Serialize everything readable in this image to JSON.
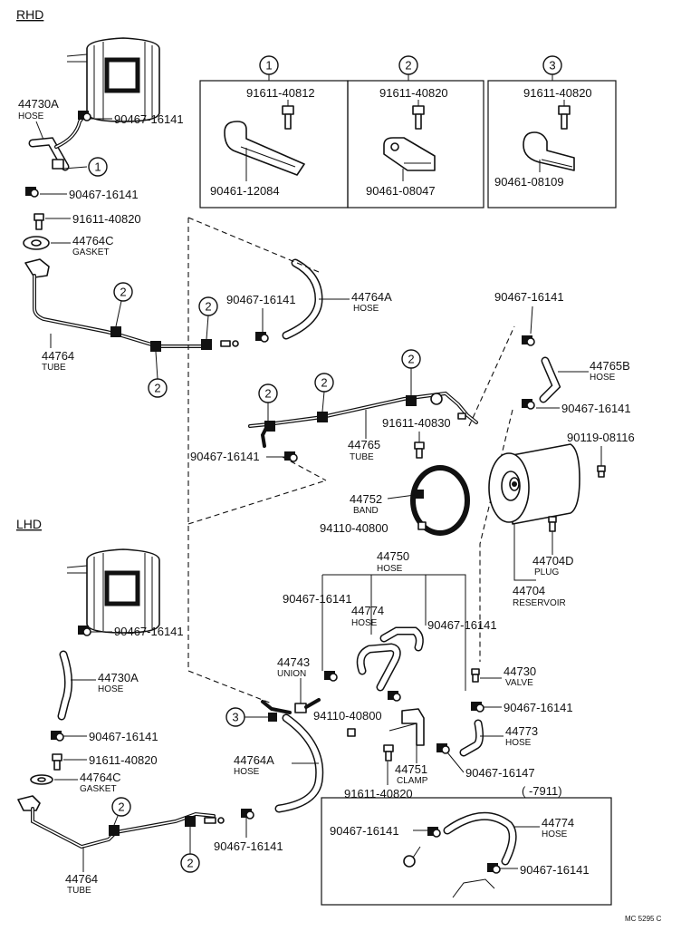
{
  "sections": {
    "rhd": "RHD",
    "lhd": "LHD"
  },
  "callout_marks": [
    "1",
    "2",
    "3"
  ],
  "boxes": [
    {
      "mark": "1",
      "bolt": "91611-40812",
      "bracket": "90461-12084"
    },
    {
      "mark": "2",
      "bolt": "91611-40820",
      "bracket": "90461-08047"
    },
    {
      "mark": "3",
      "bolt": "91611-40820",
      "bracket": "90461-08109"
    }
  ],
  "rhd": {
    "hose_44730a": {
      "pn": "44730A",
      "name": "HOSE"
    },
    "clip_top": "90467-16141",
    "clip_2": "90467-16141",
    "bolt": "91611-40820",
    "gasket": {
      "pn": "44764C",
      "name": "GASKET"
    },
    "tube_44764": {
      "pn": "44764",
      "name": "TUBE"
    },
    "clip_mid": "90467-16141",
    "hose_44764a": {
      "pn": "44764A",
      "name": "HOSE"
    }
  },
  "center": {
    "clip_upper_right": "90467-16141",
    "hose_44765b": {
      "pn": "44765B",
      "name": "HOSE"
    },
    "clip_right": "90467-16141",
    "bolt_44765": "91611-40830",
    "screw_reservoir": "90119-08116",
    "tube_44765": {
      "pn": "44765",
      "name": "TUBE"
    },
    "clip_left": "90467-16141",
    "band": {
      "pn": "44752",
      "name": "BAND"
    },
    "nut_band": "94110-40800",
    "plug": {
      "pn": "44704D",
      "name": "PLUG"
    },
    "reservoir": {
      "pn": "44704",
      "name": "RESERVOIR"
    },
    "hose_44750": {
      "pn": "44750",
      "name": "HOSE"
    },
    "clip_44750_left": "90467-16141",
    "hose_44774": {
      "pn": "44774",
      "name": "HOSE"
    },
    "clip_44750_right": "90467-16141",
    "union": {
      "pn": "44743",
      "name": "UNION"
    },
    "valve": {
      "pn": "44730",
      "name": "VALVE"
    },
    "clip_valve": "90467-16141",
    "nut_clamp": "94110-40800",
    "hose_44773": {
      "pn": "44773",
      "name": "HOSE"
    },
    "clamp": {
      "pn": "44751",
      "name": "CLAMP"
    },
    "clip_clamp": "90467-16147",
    "bolt_clamp": "91611-40820"
  },
  "lhd": {
    "clip_top": "90467-16141",
    "hose_44730a": {
      "pn": "44730A",
      "name": "HOSE"
    },
    "clip_2": "90467-16141",
    "bolt": "91611-40820",
    "gasket": {
      "pn": "44764C",
      "name": "GASKET"
    },
    "tube_44764": {
      "pn": "44764",
      "name": "TUBE"
    },
    "hose_44764a": {
      "pn": "44764A",
      "name": "HOSE"
    },
    "clip_bottom": "90467-16141"
  },
  "inset": {
    "range": "(          -7911)",
    "clip_left": "90467-16141",
    "hose": {
      "pn": "44774",
      "name": "HOSE"
    },
    "clip_right": "90467-16141"
  },
  "footer_code": "MC 5295 C"
}
